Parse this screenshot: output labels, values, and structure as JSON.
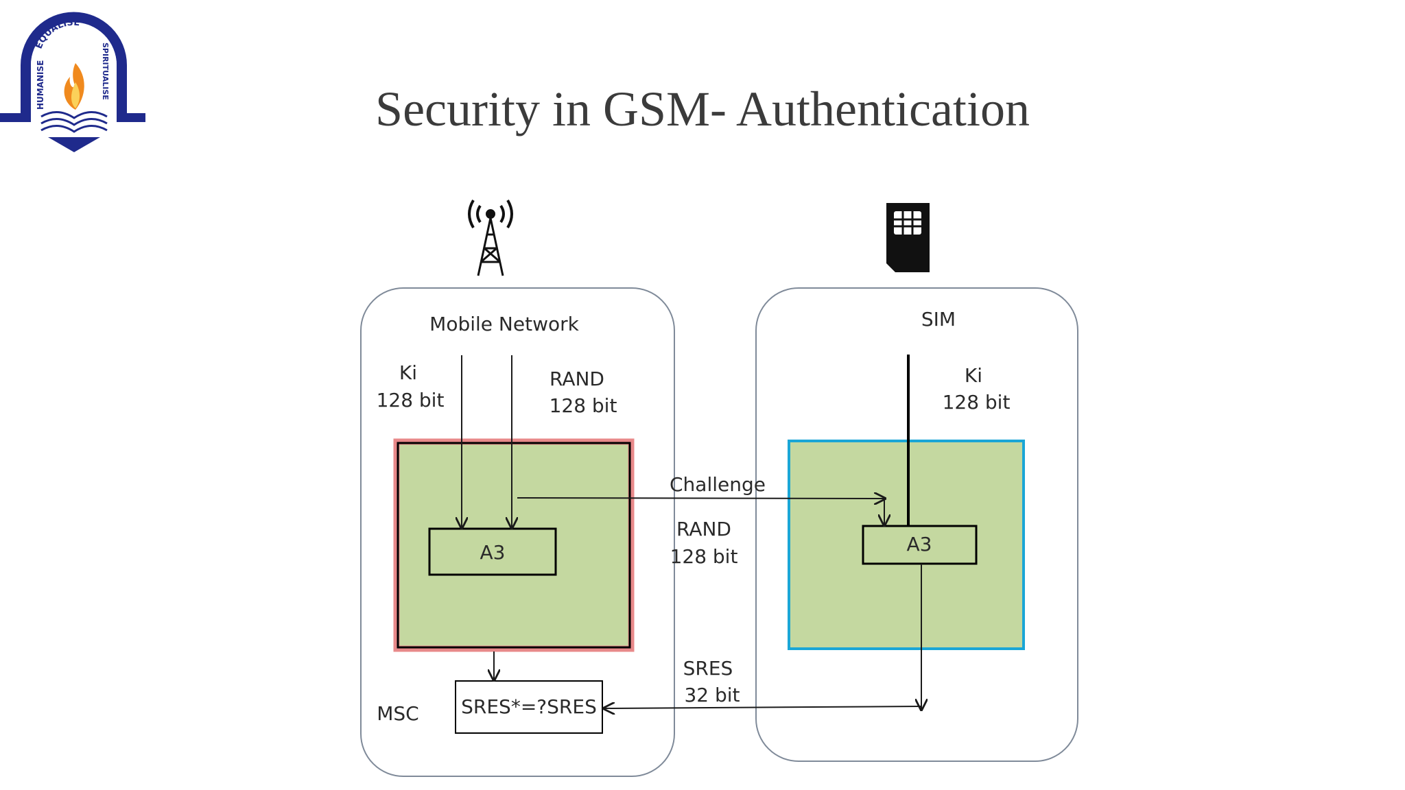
{
  "slide": {
    "title": "Security in GSM- Authentication"
  },
  "logo": {
    "top_text": "EQUALISE",
    "left_text": "HUMANISE",
    "right_text": "SPIRITUALISE",
    "colors": {
      "arch": "#1f2a8c",
      "flame_outer": "#f08a1e",
      "flame_inner": "#fbd15a"
    }
  },
  "icons": {
    "network": "cell-tower-icon",
    "sim": "sim-card-icon"
  },
  "network_panel": {
    "heading": "Mobile Network",
    "ki_label": "Ki",
    "ki_bits": "128 bit",
    "rand_label": "RAND",
    "rand_bits": "128 bit",
    "algo": "A3",
    "compare": "SRES*=?SRES",
    "msc_label": "MSC"
  },
  "sim_panel": {
    "heading": "SIM",
    "ki_label": "Ki",
    "ki_bits": "128 bit",
    "algo": "A3"
  },
  "links": {
    "challenge": "Challenge",
    "rand_label": "RAND",
    "rand_bits": "128 bit",
    "sres_label": "SRES",
    "sres_bits": "32 bit"
  },
  "colors": {
    "panel_border": "#7f8a99",
    "green_fill": "#c4d8a0",
    "network_box_border": "#e8898a",
    "sim_box_border": "#1aa6d6"
  }
}
